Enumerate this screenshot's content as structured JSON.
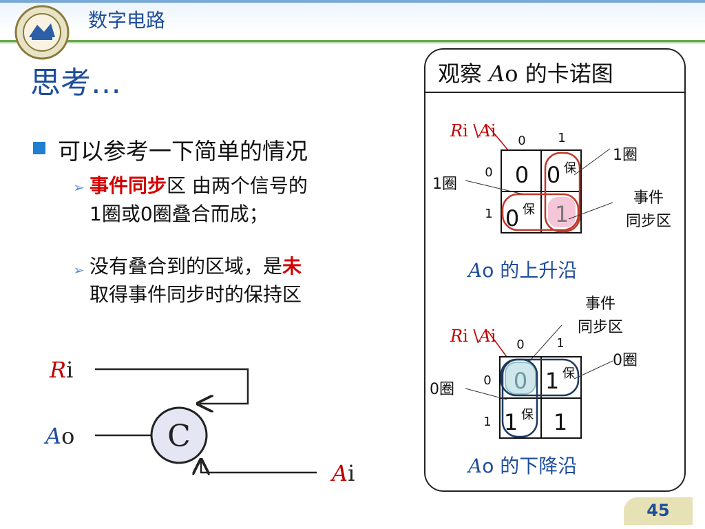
{
  "header": {
    "course_title": "数字电路"
  },
  "slide": {
    "title": "思考…",
    "bullet": "可以参考一下简单的情况",
    "sub1": {
      "emph": "事件同步",
      "rest1": "区 由两个信号的",
      "rest2": "1圈或0圈叠合而成；"
    },
    "sub2": {
      "line1_pre": "没有叠合到的区域，是",
      "line1_emph": "未",
      "line2": "取得事件同步时的保持区"
    }
  },
  "circuit": {
    "ri_it": "R",
    "ri_rest": "i",
    "ao_it": "A",
    "ao_rest": "o",
    "ai_it": "A",
    "ai_rest": "i",
    "gate": "C"
  },
  "panel": {
    "title_pre": "观察 ",
    "title_it": "A",
    "title_o": "o",
    "title_post": " 的卡诺图",
    "kmap_rising": {
      "corner_r_it": "R",
      "corner_r_rest": "i",
      "corner_a_it": "A",
      "corner_a_rest": "i",
      "col0": "0",
      "col1": "1",
      "row0": "0",
      "row1": "1",
      "c00": "0",
      "c01": "0",
      "c01_sup": "保",
      "c10": "0",
      "c10_sup": "保",
      "c11": "1",
      "label_left": "1圈",
      "label_right_top": "1圈",
      "label_right_mid_1": "事件",
      "label_right_mid_2": "同步区",
      "caption_it": "A",
      "caption_rest": "o 的上升沿"
    },
    "kmap_falling": {
      "top_label_1": "事件",
      "top_label_2": "同步区",
      "corner_r_it": "R",
      "corner_r_rest": "i",
      "corner_a_it": "A",
      "corner_a_rest": "i",
      "col0": "0",
      "col1": "1",
      "row0": "0",
      "row1": "1",
      "c00": "0",
      "c01": "1",
      "c01_sup": "保",
      "c10": "1",
      "c10_sup": "保",
      "c11": "1",
      "label_left": "0圈",
      "label_right": "0圈",
      "caption_it": "A",
      "caption_rest": "o 的下降沿"
    }
  },
  "footer": {
    "page": "45"
  },
  "colors": {
    "accent_blue": "#1f4e9a",
    "emph_red": "#d40000",
    "loop_navy": "#1f3a5f",
    "loop_red": "#c0392b"
  }
}
